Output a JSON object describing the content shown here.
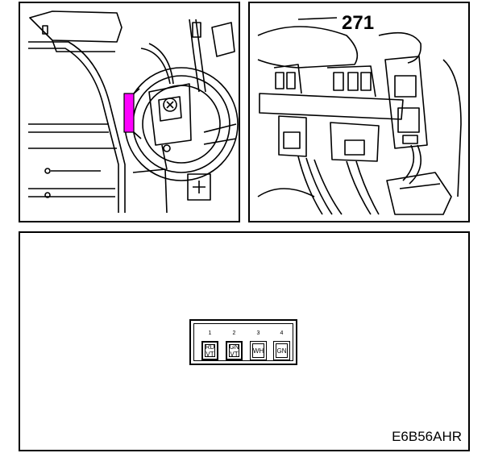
{
  "callout_label": "271",
  "diagram_id": "E6B56AHR",
  "highlight_color": "#ff00ff",
  "connector": {
    "pins": [
      {
        "number": "1",
        "color_top": "RD",
        "color_bottom": "VT"
      },
      {
        "number": "2",
        "color_top": "GN",
        "color_bottom": "VT"
      },
      {
        "number": "3",
        "color_top": "WH",
        "color_bottom": ""
      },
      {
        "number": "4",
        "color_top": "GN",
        "color_bottom": ""
      }
    ]
  }
}
